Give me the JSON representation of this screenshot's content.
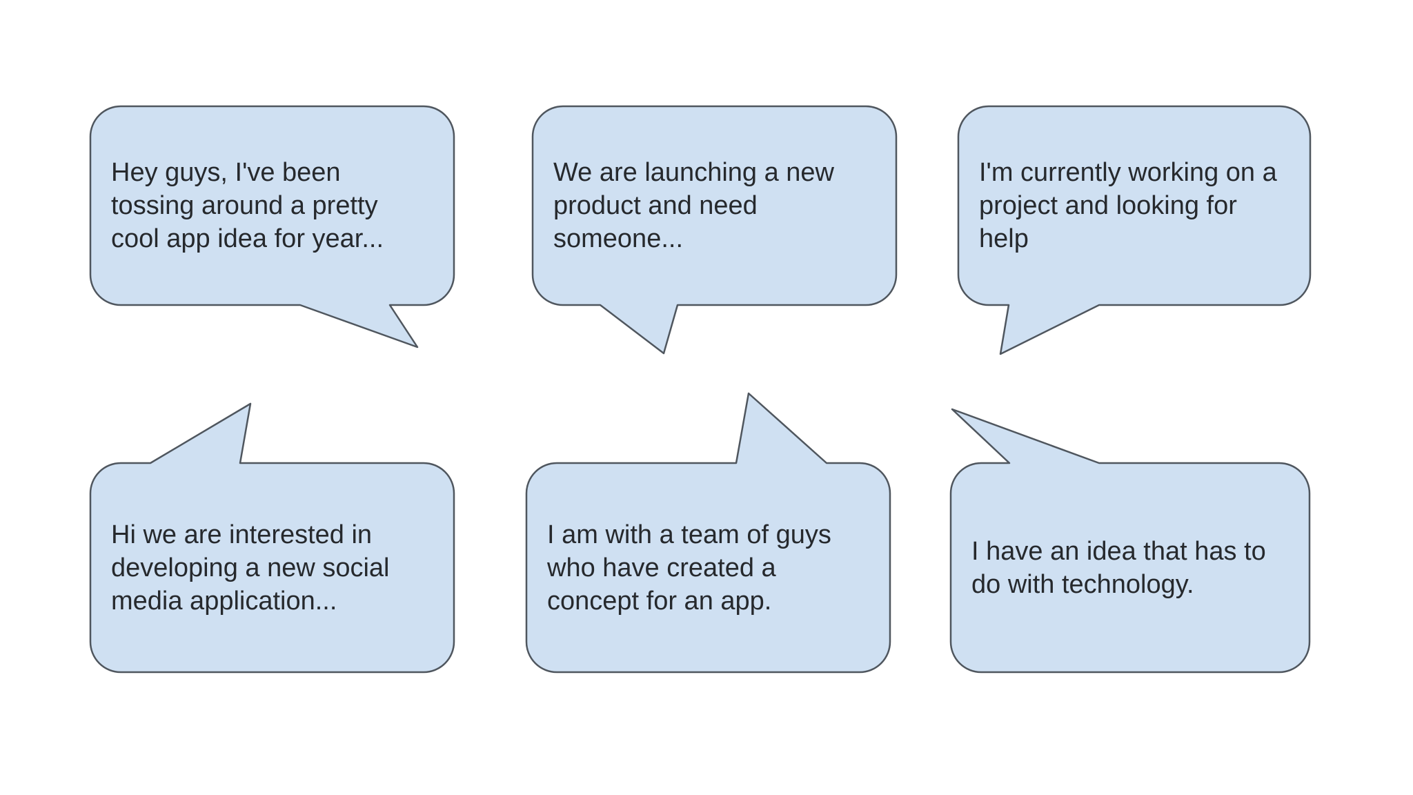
{
  "colors": {
    "background": "#ffffff",
    "bubble_fill": "#cfe0f2",
    "bubble_border": "#4f565e",
    "text": "#26292d"
  },
  "bubbles": [
    {
      "speaker": "client",
      "text": "Hey guys, I've been\ntossing around a pretty\ncool app idea for year..."
    },
    {
      "speaker": "client",
      "text": "We are launching a new\nproduct and need\nsomeone..."
    },
    {
      "speaker": "client",
      "text": "I'm currently working on a\nproject and looking for\nhelp"
    },
    {
      "speaker": "responder",
      "text": "Hi we are interested in\ndeveloping a new social\nmedia application..."
    },
    {
      "speaker": "responder",
      "text": "I am with a team of guys\nwho have created a\nconcept for an app."
    },
    {
      "speaker": "responder",
      "text": "I have an idea that has to\ndo with technology."
    }
  ]
}
